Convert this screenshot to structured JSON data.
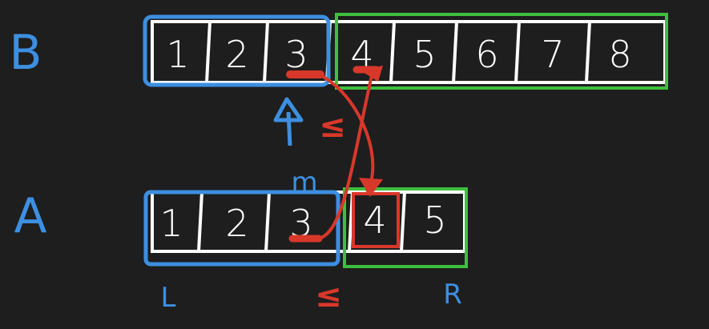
{
  "labels": {
    "array_b": "B",
    "array_a": "A",
    "left": "L",
    "right": "R",
    "mid": "m",
    "leq_top": "≤",
    "leq_bottom": "≤"
  },
  "array_b": {
    "values": [
      "1",
      "2",
      "3",
      "4",
      "5",
      "6",
      "7",
      "8"
    ]
  },
  "array_a": {
    "values": [
      "1",
      "2",
      "3",
      "4",
      "5"
    ]
  },
  "colors": {
    "background": "#1e1e1e",
    "blue": "#3d8fe0",
    "green": "#3fbf3f",
    "red": "#d8382a",
    "white": "#ffffff"
  }
}
